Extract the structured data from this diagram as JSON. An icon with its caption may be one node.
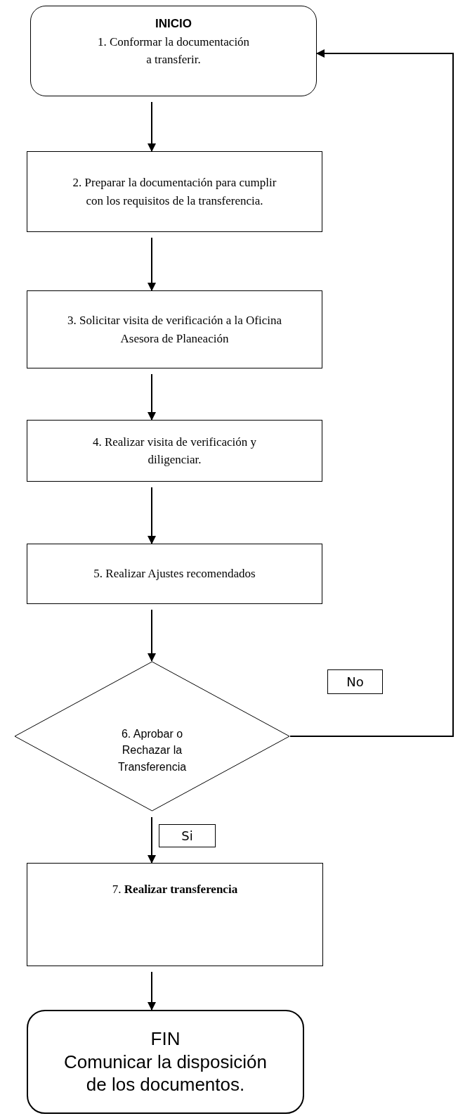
{
  "diagram": {
    "nodes": [
      {
        "text": [
          "INICIO",
          "1. Conformar la documentación a transferir."
        ]
      },
      {
        "text": [
          "2. Preparar la documentación para cumplir con los requisitos de la transferencia."
        ]
      },
      {
        "text": [
          "3. Solicitar visita de verificación a la Oficina Asesora de Planeación"
        ]
      },
      {
        "text": [
          "4. Realizar visita de verificación y diligenciar."
        ]
      },
      {
        "text": [
          "5. Realizar Ajustes recomendados"
        ]
      },
      {
        "text": [
          "6. Aprobar o Rechazar la Transferencia"
        ]
      },
      {
        "text": [
          "7. **Realizar transferencia**"
        ]
      },
      {
        "text": [
          "FIN",
          "Comunicar la disposición de los documentos."
        ]
      }
    ],
    "edges": [
      {
        "from": 0,
        "to": 1,
        "arrow": "to"
      },
      {
        "from": 1,
        "to": 2,
        "arrow": "to"
      },
      {
        "from": 2,
        "to": 3,
        "arrow": "to"
      },
      {
        "from": 3,
        "to": 4,
        "arrow": "to"
      },
      {
        "from": 4,
        "to": 5,
        "arrow": "to"
      },
      {
        "from": 5,
        "to": 0,
        "arrow": "to",
        "label": "No"
      },
      {
        "from": 5,
        "to": 6,
        "arrow": "to",
        "label": "Si"
      },
      {
        "from": 6,
        "to": 7,
        "arrow": "to"
      }
    ]
  }
}
